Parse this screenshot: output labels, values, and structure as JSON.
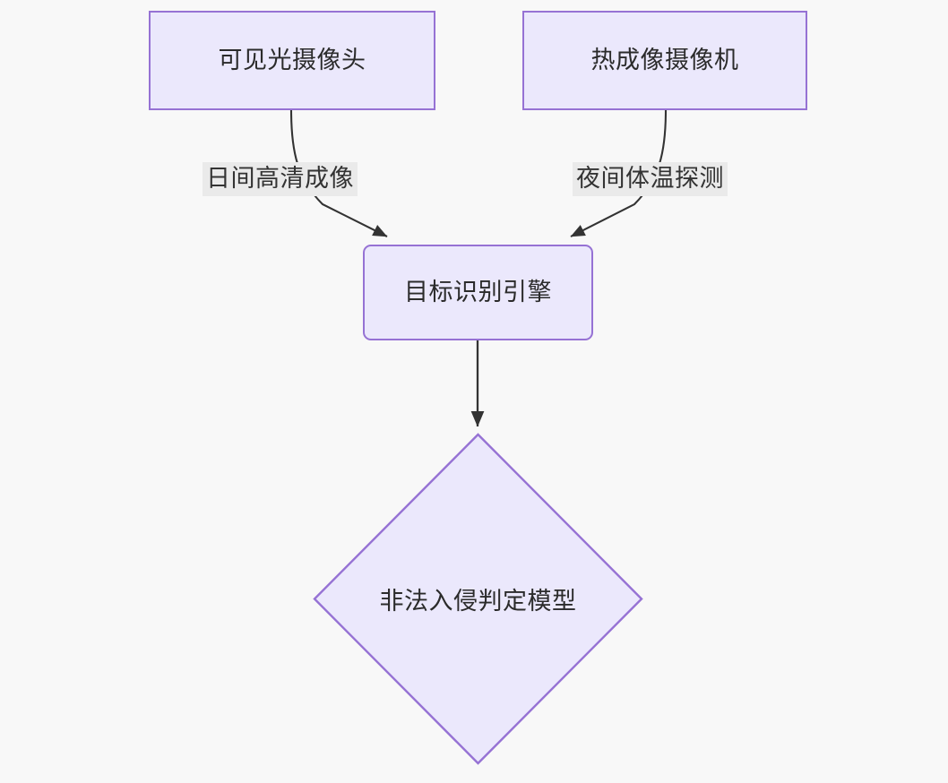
{
  "diagram": {
    "type": "flowchart",
    "direction": "top-down",
    "background_color": "#f8f8f8",
    "node_fill_color": "#ebe8fc",
    "node_border_color": "#9672d4",
    "node_text_color": "#2b2b2b",
    "edge_line_color": "#333333",
    "edge_label_background_color": "#eaeaea",
    "edge_label_text_color": "#333333",
    "nodes": [
      {
        "id": "visible-camera",
        "label": "可见光摄像头",
        "shape": "rectangle"
      },
      {
        "id": "thermal-camera",
        "label": "热成像摄像机",
        "shape": "rectangle"
      },
      {
        "id": "recognition-engine",
        "label": "目标识别引擎",
        "shape": "rounded-rectangle"
      },
      {
        "id": "intrusion-model",
        "label": "非法入侵判定模型",
        "shape": "diamond"
      }
    ],
    "edges": [
      {
        "id": "edge-day",
        "from": "visible-camera",
        "to": "recognition-engine",
        "label": "日间高清成像",
        "arrow": "triangle"
      },
      {
        "id": "edge-night",
        "from": "thermal-camera",
        "to": "recognition-engine",
        "label": "夜间体温探测",
        "arrow": "triangle"
      },
      {
        "id": "edge-result",
        "from": "recognition-engine",
        "to": "intrusion-model",
        "label": "",
        "arrow": "triangle"
      }
    ]
  }
}
